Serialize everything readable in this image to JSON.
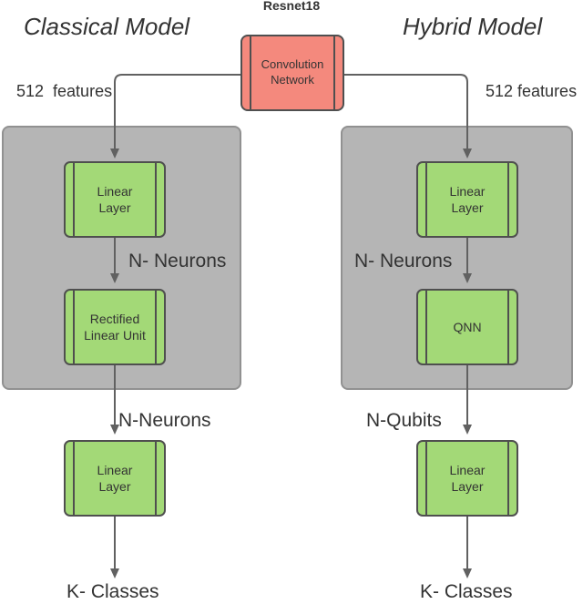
{
  "header": {
    "resnet_label": "Resnet18",
    "classical_title": "Classical Model",
    "hybrid_title": "Hybrid Model"
  },
  "conv_network": {
    "label": "Convolution Network"
  },
  "classical": {
    "features_label": "512  features",
    "linear_layer_1": "Linear Layer",
    "neurons_inner_label": "N- Neurons",
    "relu_label": "Rectified Linear Unit",
    "neurons_outer_label": "N-Neurons",
    "linear_layer_2": "Linear Layer",
    "classes_label": "K- Classes"
  },
  "hybrid": {
    "features_label": "512 features",
    "linear_layer_1": "Linear Layer",
    "neurons_inner_label": "N- Neurons",
    "qnn_label": "QNN",
    "qubits_outer_label": "N-Qubits",
    "linear_layer_2": "Linear Layer",
    "classes_label": "K- Classes"
  },
  "colors": {
    "conv_fill": "#F4897D",
    "green_fill": "#A3D977",
    "shape_stroke": "#4F4F4F",
    "panel_fill": "#B5B5B5",
    "panel_stroke": "#919191",
    "connector": "#616161",
    "text": "#333333"
  }
}
